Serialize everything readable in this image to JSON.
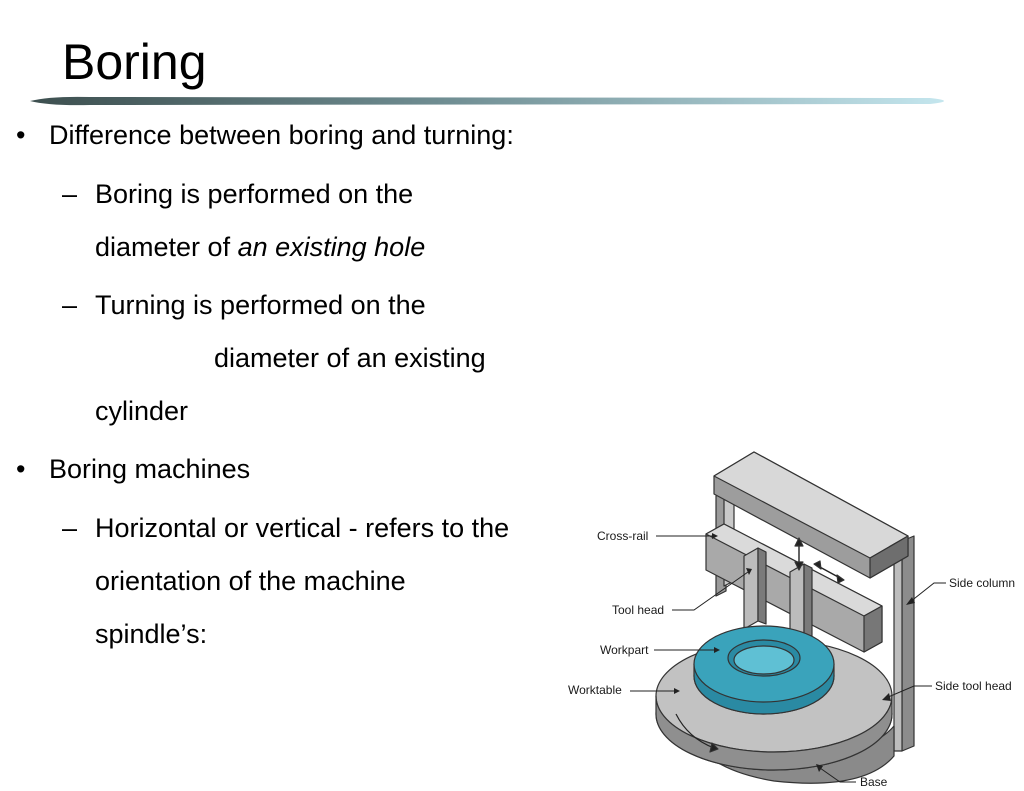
{
  "slide": {
    "title": "Boring"
  },
  "content": {
    "bullet1": {
      "mark": "•",
      "text": "Difference between boring and turning:"
    },
    "sub1": {
      "mark": "–",
      "line1": "Boring is performed on the",
      "line2_prefix": "diameter of ",
      "line2_em": "an existing hole"
    },
    "sub2": {
      "mark": "–",
      "line1": "Turning is performed on the",
      "line2": "diameter of an existing",
      "line3": "cylinder"
    },
    "bullet2": {
      "mark": "•",
      "text": "Boring machines"
    },
    "sub3": {
      "mark": "–",
      "line1": "Horizontal or vertical - refers to the",
      "line2": "orientation of the machine",
      "line3": "spindle’s:"
    }
  },
  "figure": {
    "labels": {
      "cross_rail": "Cross-rail",
      "tool_head": "Tool head",
      "workpart": "Workpart",
      "worktable": "Worktable",
      "side_column": "Side column",
      "side_tool_head": "Side tool head",
      "base": "Base"
    },
    "colors": {
      "workpart": "#3aa3bb",
      "workpart_inner": "#2a8aa3",
      "metal_light": "#cfcfcf",
      "metal_mid": "#a9a9a9",
      "metal_dark": "#6e6e6e",
      "outline": "#333333"
    }
  }
}
